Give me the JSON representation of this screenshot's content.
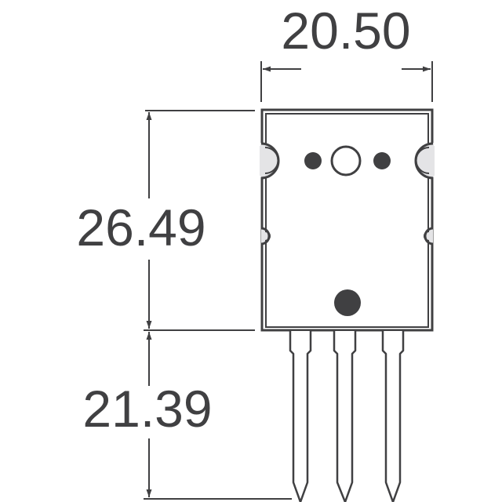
{
  "drawing": {
    "type": "package outline",
    "units": "mm",
    "stroke_color": "#404042",
    "hole_fill": "#e4e4e6",
    "dimensions": {
      "width": "20.50",
      "body_height": "26.49",
      "lead_length": "21.39"
    },
    "lead_count": 3
  }
}
